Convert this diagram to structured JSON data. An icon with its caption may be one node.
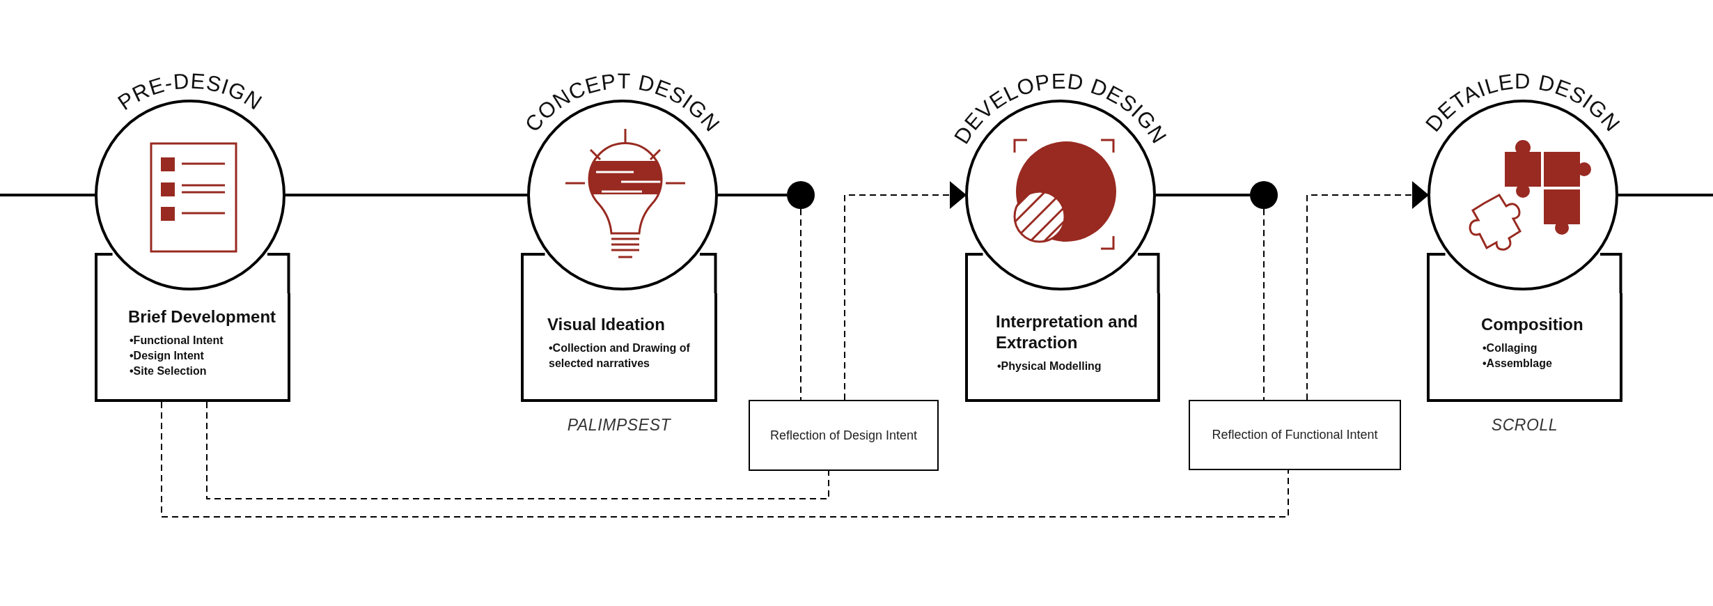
{
  "diagram": {
    "nodes": [
      {
        "text": [
          "PRE-DESIGN"
        ]
      },
      {
        "text": [
          "Brief Development",
          "•Functional Intent",
          "•Design Intent",
          "•Site Selection"
        ]
      },
      {
        "text": [
          "CONCEPT DESIGN"
        ]
      },
      {
        "text": [
          "Visual Ideation",
          "•Collection and Drawing of selected narratives"
        ],
        "beside": [
          "PALIMPSEST"
        ]
      },
      {
        "text": [],
        "shape": "circle"
      },
      {
        "text": [
          "Reflection of Design Intent"
        ]
      },
      {
        "text": [
          "DEVELOPED DESIGN"
        ]
      },
      {
        "text": [
          "Interpretation and Extraction",
          "•Physical Modelling"
        ]
      },
      {
        "text": [],
        "shape": "circle"
      },
      {
        "text": [
          "Reflection of Functional Intent"
        ]
      },
      {
        "text": [
          "DETAILED DESIGN"
        ]
      },
      {
        "text": [
          "Composition",
          "•Collaging",
          "•Assemblage"
        ],
        "beside": [
          "SCROLL"
        ]
      }
    ],
    "edges": [
      {
        "from": null,
        "to": 0,
        "arrow": "none"
      },
      {
        "from": 0,
        "to": 2,
        "arrow": "none"
      },
      {
        "from": 2,
        "to": 4,
        "arrow": "none"
      },
      {
        "from": 4,
        "to": 5,
        "arrow": "none",
        "style": "dashed"
      },
      {
        "from": 5,
        "to": 6,
        "arrow": "to",
        "style": "dashed"
      },
      {
        "from": 6,
        "to": 8,
        "arrow": "none"
      },
      {
        "from": 8,
        "to": 9,
        "arrow": "none",
        "style": "dashed"
      },
      {
        "from": 9,
        "to": 10,
        "arrow": "to",
        "style": "dashed"
      },
      {
        "from": 10,
        "to": null,
        "arrow": "none"
      },
      {
        "from": 1,
        "to": 5,
        "arrow": "none",
        "style": "dashed"
      },
      {
        "from": 1,
        "to": 9,
        "arrow": "none",
        "style": "dashed"
      }
    ]
  }
}
